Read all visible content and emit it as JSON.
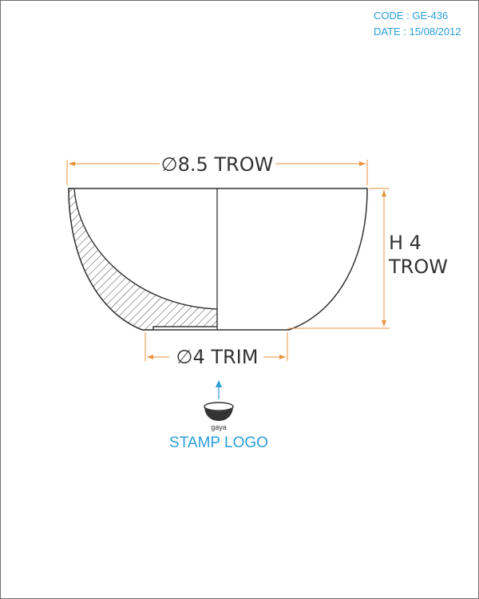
{
  "header": {
    "code": "CODE : GE-436",
    "date": "DATE : 15/08/2012"
  },
  "dimensions": {
    "diameter_top": "∅8.5 TROW",
    "height_line1": "H 4",
    "height_line2": "TROW",
    "diameter_bottom": "∅4 TRIM"
  },
  "stamp": {
    "logo_text": "gaya",
    "label": "STAMP LOGO"
  },
  "colors": {
    "dimension": "#e8923c",
    "accent": "#2a9fd8",
    "outline": "#333333"
  }
}
